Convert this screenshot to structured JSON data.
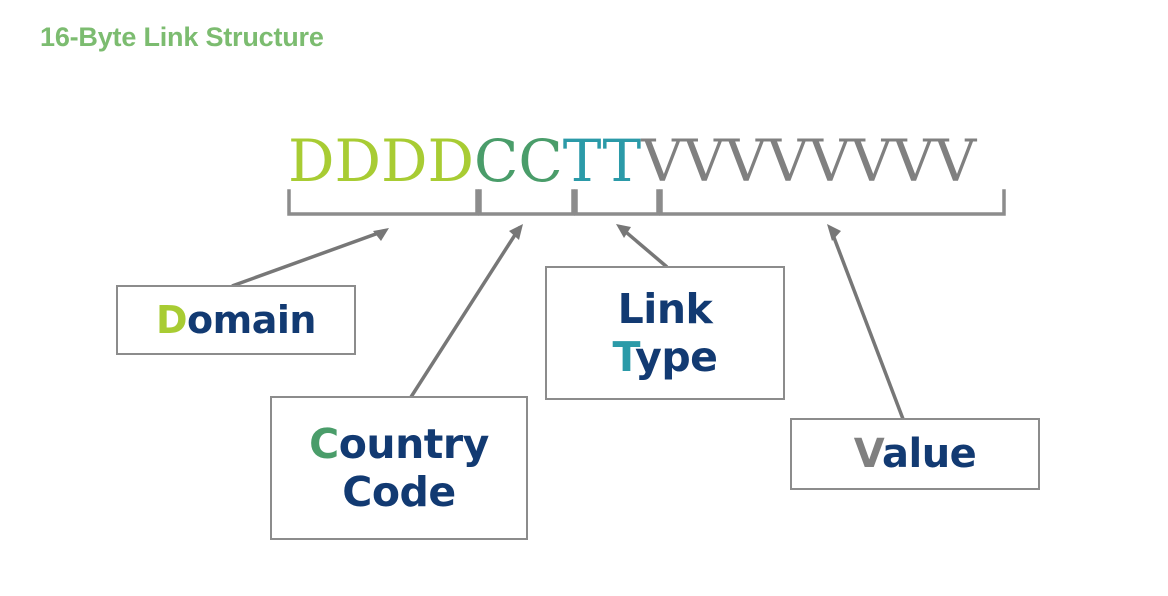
{
  "page": {
    "title": "16-Byte Link Structure",
    "title_color": "#7cbc70",
    "background_color": "#ffffff"
  },
  "colors": {
    "domain": "#a8cc33",
    "country_code": "#4a9d6a",
    "link_type": "#2b9aa8",
    "value": "#808080",
    "text_navy": "#123a72",
    "line_gray": "#8c8c8c",
    "title_green": "#7cbc70"
  },
  "byte_sequence": {
    "total_bytes": 16,
    "segments": [
      {
        "name": "domain",
        "letters": "DDDD",
        "count": 4,
        "color": "#a8cc33"
      },
      {
        "name": "country-code",
        "letters": "CC",
        "count": 2,
        "color": "#4a9d6a"
      },
      {
        "name": "link-type",
        "letters": "TT",
        "count": 2,
        "color": "#2b9aa8"
      },
      {
        "name": "value",
        "letters": "VVVVVVVV",
        "count": 8,
        "color": "#808080"
      }
    ]
  },
  "labels": {
    "domain": {
      "full_text": "Domain",
      "accent_letter": "D",
      "rest": "omain",
      "accent_color": "#a8cc33"
    },
    "country_code": {
      "full_text": "Country Code",
      "accent_letter": "C",
      "rest_line1": "ountry",
      "line2": "Code",
      "accent_color": "#4a9d6a"
    },
    "link_type": {
      "full_text": "Link Type",
      "line1": "Link",
      "accent_letter": "T",
      "rest_line2": "ype",
      "accent_color": "#2b9aa8"
    },
    "value": {
      "full_text": "Value",
      "accent_letter": "V",
      "rest": "alue",
      "accent_color": "#808080"
    }
  }
}
